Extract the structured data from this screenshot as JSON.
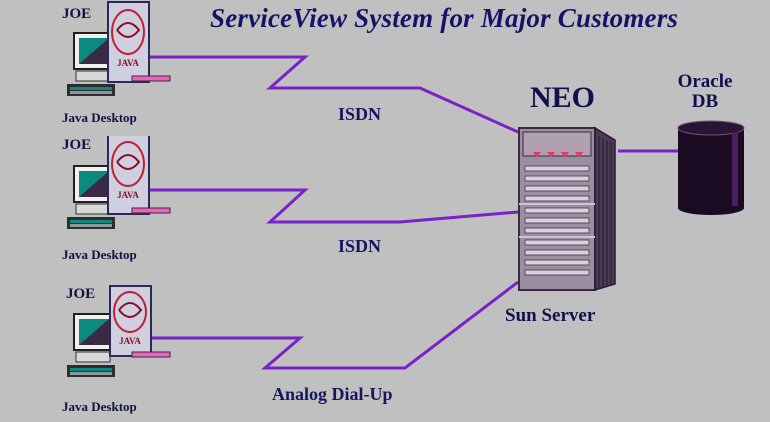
{
  "title": "ServiceView System for Major Customers",
  "desktops": [
    {
      "user": "JOE",
      "caption": "Java Desktop",
      "logo_text": "JAVA"
    },
    {
      "user": "JOE",
      "caption": "Java Desktop",
      "logo_text": "JAVA"
    },
    {
      "user": "JOE",
      "caption": "Java Desktop",
      "logo_text": "JAVA"
    }
  ],
  "links": [
    "ISDN",
    "ISDN",
    "Analog Dial-Up"
  ],
  "server": {
    "name": "NEO",
    "caption": "Sun Server"
  },
  "database": {
    "line1": "Oracle",
    "line2": "DB"
  },
  "colors": {
    "background": "#c0c0c0",
    "wire": "#7a22c8",
    "text": "#101050",
    "screen": "#0c8a80",
    "server": "#8c8090",
    "database": "#1a0a22"
  }
}
